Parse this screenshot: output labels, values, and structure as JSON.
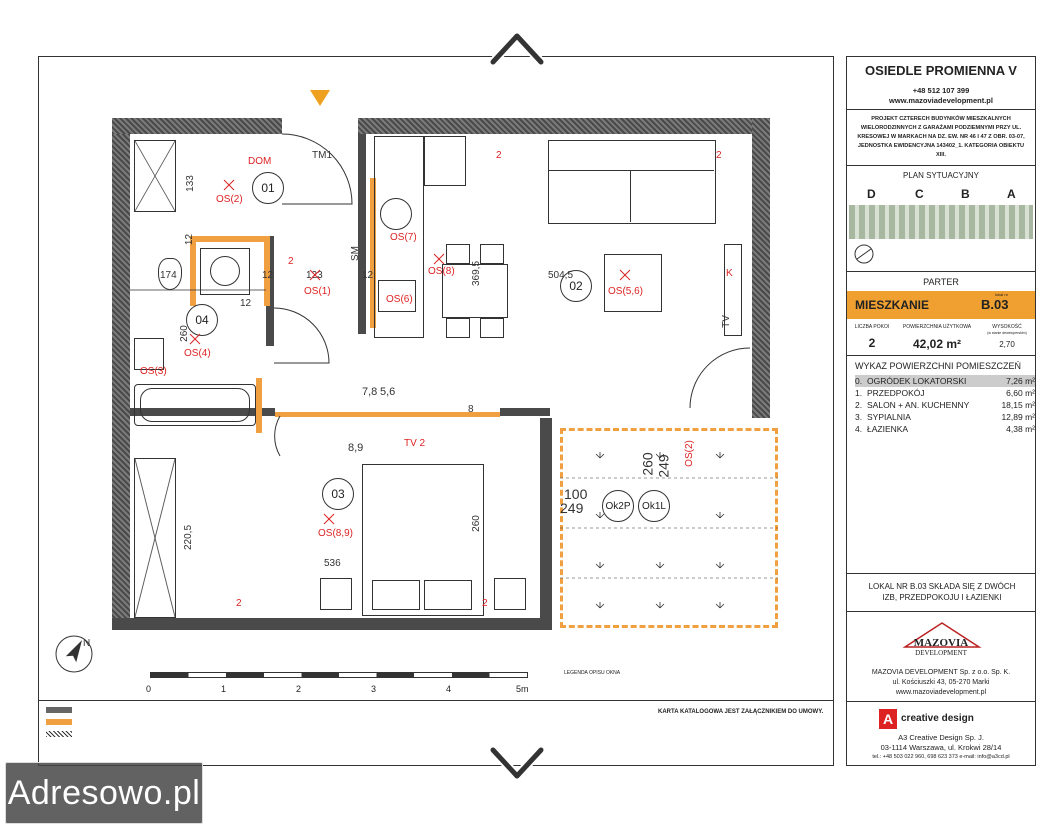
{
  "project": {
    "title": "OSIEDLE PROMIENNA V",
    "phone": "+48 512 107 399",
    "website": "www.mazoviadevelopment.pl",
    "description": "PROJEKT CZTERECH BUDYNKÓW MIESZKALNYCH WIELORODZINNYCH Z GARAŻAMI PODZIEMNYMI PRZY UL. KRESOWEJ W MARKACH NA DZ. EW. NR 46 I 47 Z OBR. 03-07, JEDNOSTKA EWIDENCYJNA 143402_1. KATEGORIA OBIEKTU XIII."
  },
  "site_plan": {
    "label": "PLAN SYTUACYJNY",
    "buildings": [
      "D",
      "C",
      "B",
      "A"
    ]
  },
  "floor": "PARTER",
  "apartment": {
    "label": "MIESZKANIE",
    "number_label": "lokal nr",
    "number": "B.03",
    "rooms_label": "LICZBA POKOI",
    "rooms": "2",
    "area_label": "POWIERZCHNIA UŻYTKOWA",
    "area": "42,02 m²",
    "height_label": "WYSOKOŚĆ",
    "height_note": "(w stanie deweloperskim)",
    "height": "2,70"
  },
  "rooms_list": {
    "title": "WYKAZ POWIERZCHNI POMIESZCZEŃ",
    "items": [
      {
        "no": "0.",
        "name": "OGRÓDEK LOKATORSKI",
        "area": "7,26 m²"
      },
      {
        "no": "1.",
        "name": "PRZEDPOKÓJ",
        "area": "6,60 m²"
      },
      {
        "no": "2.",
        "name": "SALON + AN. KUCHENNY",
        "area": "18,15 m²"
      },
      {
        "no": "3.",
        "name": "SYPIALNIA",
        "area": "12,89 m²"
      },
      {
        "no": "4.",
        "name": "ŁAZIENKA",
        "area": "4,38 m²"
      }
    ]
  },
  "summary": "LOKAL NR B.03 SKŁADA SIĘ Z DWÓCH IZB, PRZEDPOKOJU I ŁAZIENKI",
  "developer": {
    "logo_top": "MAZOVIA",
    "logo_bottom": "DEVELOPMENT",
    "name": "MAZOVIA DEVELOPMENT Sp. z o.o. Sp. K.",
    "address": "ul. Kościuszki 43, 05-270 Marki",
    "website": "www.mazoviadevelopment.pl"
  },
  "designer": {
    "logo_letter": "A",
    "logo_text": "creative design",
    "name": "A3 Creative Design Sp. J.",
    "address": "03-1114 Warszawa, ul. Krokwi 28/14",
    "contact": "tel.: +48 503 022 960, 698 623 373   e-mail: info@a3cd.pl"
  },
  "plan": {
    "room_numbers": [
      "01",
      "02",
      "03",
      "04"
    ],
    "dimensions": [
      "133",
      "174",
      "123",
      "12",
      "12",
      "12",
      "12",
      "260",
      "369,5",
      "504,5",
      "220,5",
      "536",
      "260",
      "260",
      "249",
      "100",
      "249",
      "7,8",
      "5,6",
      "8,9",
      "8"
    ],
    "outlet_labels": [
      "DOM",
      "OS(2)",
      "OS(1)",
      "OS(4)",
      "OS(3)",
      "OS(8)",
      "OS(7)",
      "OS(6)",
      "OS(5,6)",
      "OS(8,9)",
      "OS(2)",
      "TV 2",
      "TV",
      "K",
      "SM",
      "TM1",
      "2",
      "Ok2P",
      "Ok1L"
    ],
    "scale_labels": [
      "0",
      "1",
      "2",
      "3",
      "4",
      "5m"
    ]
  },
  "legend": {
    "catalog_title": "KARTA KATALOGOWA JEST ZAŁĄCZNIKIEM DO UMOWY.",
    "window_legend_title": "LEGENDA OPISU OKNA"
  },
  "watermark": "Adresowo.pl",
  "colors": {
    "wall": "#4a4a4a",
    "accent_red": "#d22222",
    "insulation_orange": "#f0a040",
    "overlay": "#464646"
  },
  "icons": [
    "chevron-up-icon",
    "chevron-down-icon",
    "north-arrow-icon",
    "entrance-arrow-icon"
  ]
}
